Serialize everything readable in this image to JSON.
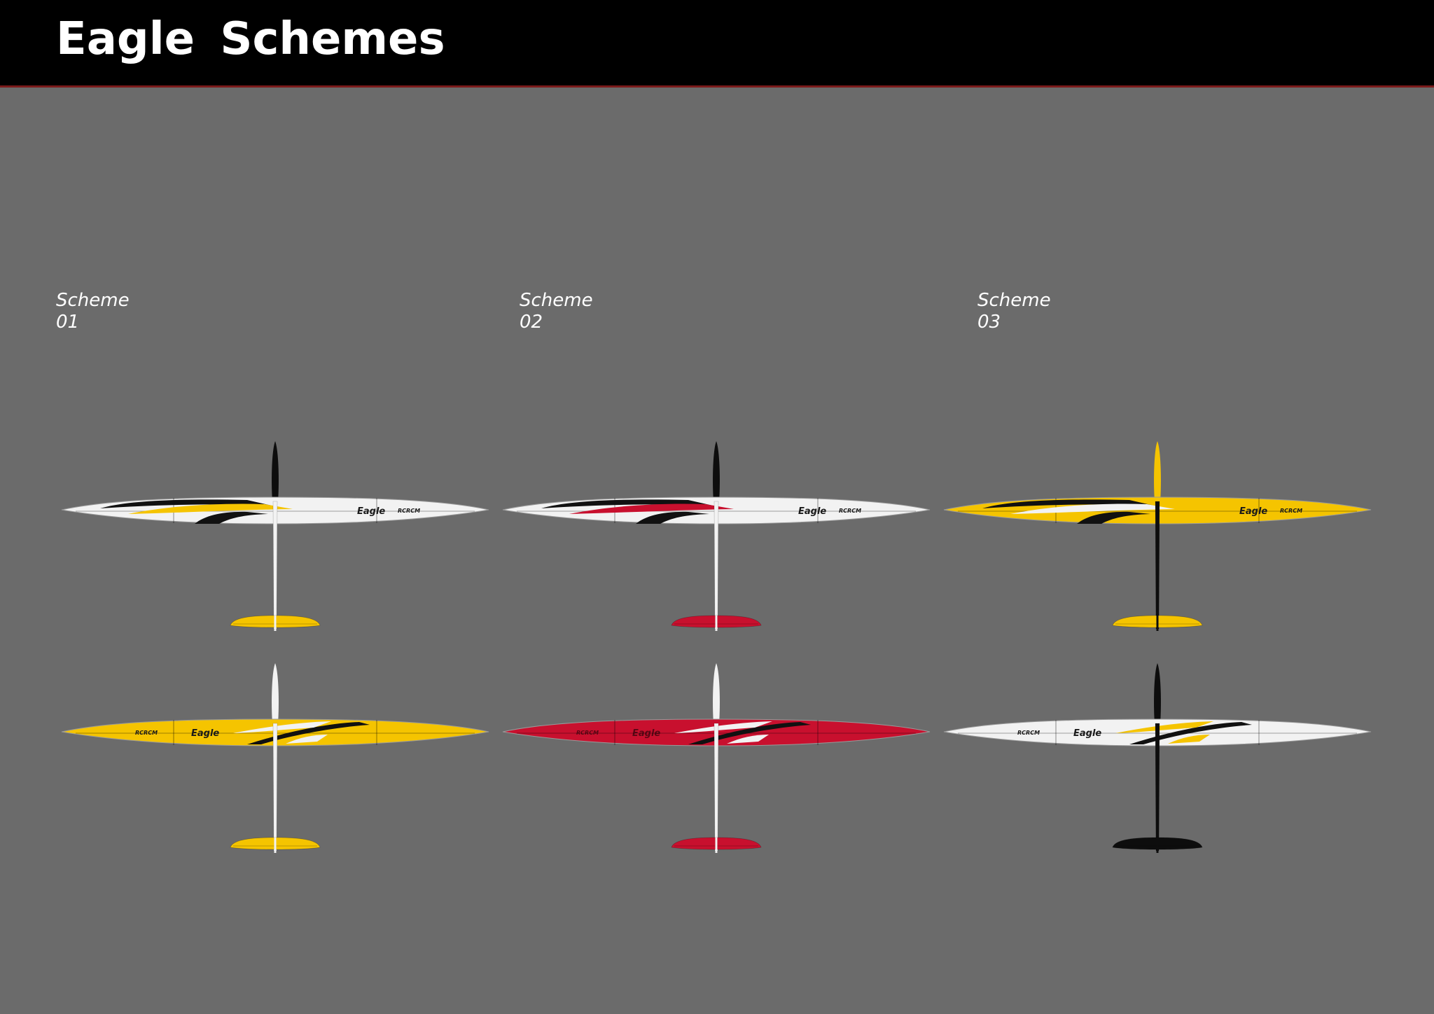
{
  "page": {
    "title": "Eagle  Schemes"
  },
  "brand": {
    "model_name": "Eagle",
    "maker_logo": "RCRCM"
  },
  "colors": {
    "background": "#6b6b6b",
    "header": "#000000",
    "white": "#f2f2f2",
    "yellow": "#f5c400",
    "red": "#c8102e",
    "black": "#0d0d0d"
  },
  "schemes": [
    {
      "word": "Scheme",
      "number": "01",
      "views": [
        {
          "view": "top",
          "wing": "white",
          "accent": "yellow",
          "fuselage": "white",
          "fin": "black",
          "tail": "yellow"
        },
        {
          "view": "bottom",
          "wing": "yellow",
          "accent": "white",
          "fuselage": "white",
          "fin": "white",
          "tail": "yellow"
        }
      ]
    },
    {
      "word": "Scheme",
      "number": "02",
      "views": [
        {
          "view": "top",
          "wing": "white",
          "accent": "red",
          "fuselage": "white",
          "fin": "black",
          "tail": "red"
        },
        {
          "view": "bottom",
          "wing": "red",
          "accent": "white",
          "fuselage": "white",
          "fin": "white",
          "tail": "red"
        }
      ]
    },
    {
      "word": "Scheme",
      "number": "03",
      "views": [
        {
          "view": "top",
          "wing": "yellow",
          "accent": "white",
          "fuselage": "black",
          "fin": "yellow",
          "tail": "yellow"
        },
        {
          "view": "bottom",
          "wing": "white",
          "accent": "yellow",
          "fuselage": "black",
          "fin": "black",
          "tail": "black"
        }
      ]
    }
  ]
}
